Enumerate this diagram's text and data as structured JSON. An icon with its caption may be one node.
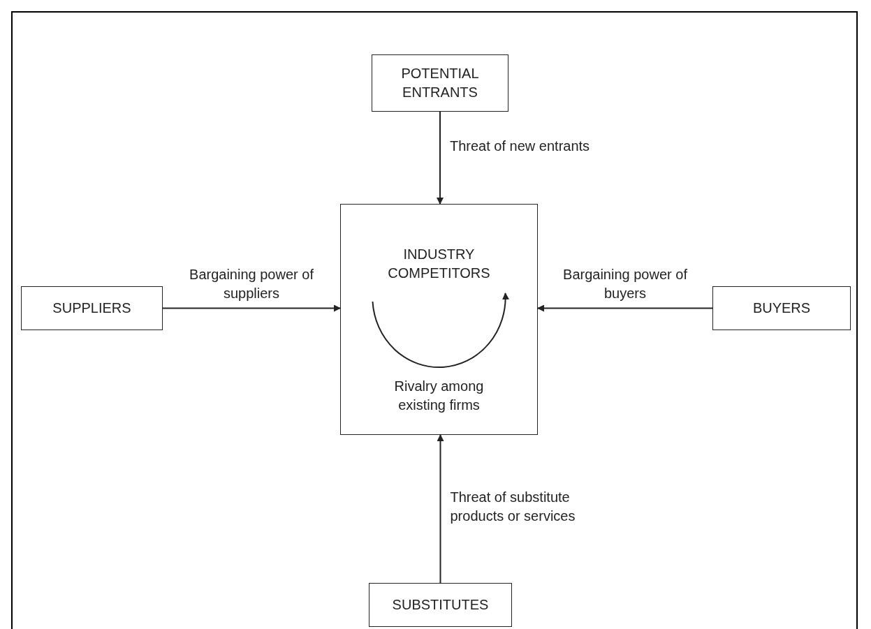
{
  "diagram": {
    "nodes": [
      {
        "text": [
          "POTENTIAL ENTRANTS"
        ]
      },
      {
        "text": [
          "SUPPLIERS"
        ]
      },
      {
        "text": [
          "INDUSTRY COMPETITORS",
          "Rivalry among existing firms"
        ]
      },
      {
        "text": [
          "BUYERS"
        ]
      },
      {
        "text": [
          "SUBSTITUTES"
        ]
      }
    ],
    "edges": [
      {
        "from": 0,
        "to": 2,
        "arrow": "to",
        "label": "Threat of new entrants"
      },
      {
        "from": 1,
        "to": 2,
        "arrow": "to",
        "label": "Bargaining power of suppliers"
      },
      {
        "from": 3,
        "to": 2,
        "arrow": "to",
        "label": "Bargaining power of buyers"
      },
      {
        "from": 4,
        "to": 2,
        "arrow": "to",
        "label": "Threat of substitute products or services"
      }
    ]
  }
}
